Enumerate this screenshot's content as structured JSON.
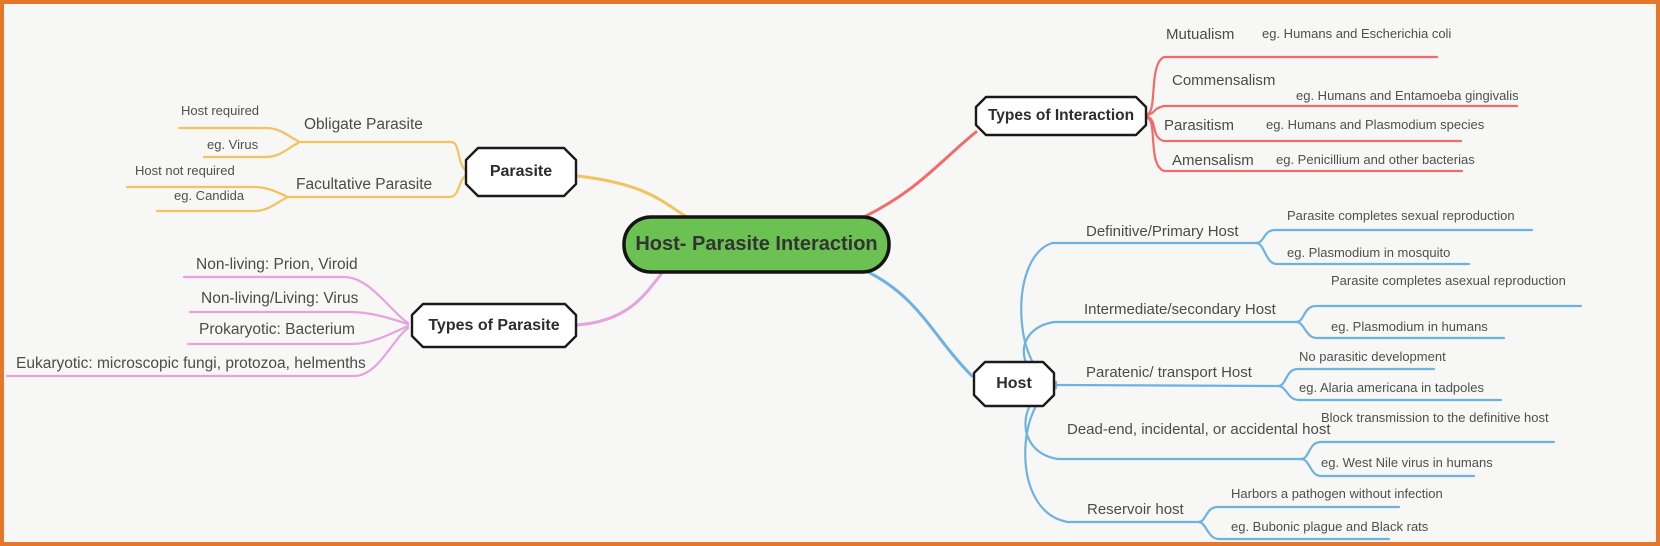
{
  "main_topic": {
    "label": "Host- Parasite Interaction",
    "fill": "#6cc153"
  },
  "canvas": {
    "background": "#f7f7f5",
    "border_color": "#e6762a",
    "node_fill": "#ffffff",
    "node_stroke": "#1a1a1a"
  },
  "branches": {
    "parasite": {
      "label": "Parasite",
      "color": "#f3c361",
      "items": [
        {
          "label": "Obligate Parasite",
          "children": [
            "Host required",
            "eg. Virus"
          ]
        },
        {
          "label": "Facultative Parasite",
          "children": [
            "Host not required",
            "eg. Candida"
          ]
        }
      ]
    },
    "types_of_parasite": {
      "label": "Types of Parasite",
      "color": "#e6a3de",
      "items": [
        "Non-living: Prion, Viroid",
        "Non-living/Living: Virus",
        "Prokaryotic: Bacterium",
        "Eukaryotic: microscopic fungi, protozoa, helmenths"
      ]
    },
    "types_of_interaction": {
      "label": "Types of Interaction",
      "color": "#f26b6b",
      "items": [
        {
          "label": "Mutualism",
          "example": "eg. Humans and Escherichia coli"
        },
        {
          "label": "Commensalism",
          "example": "eg. Humans and Entamoeba gingivalis"
        },
        {
          "label": "Parasitism",
          "example": "eg. Humans and Plasmodium species"
        },
        {
          "label": "Amensalism",
          "example": "eg. Penicillium and other bacterias"
        }
      ]
    },
    "host": {
      "label": "Host",
      "color": "#6eb2e2",
      "items": [
        {
          "label": "Definitive/Primary Host",
          "note": "Parasite completes sexual reproduction",
          "example": "eg. Plasmodium in mosquito"
        },
        {
          "label": "Intermediate/secondary Host",
          "note": "Parasite completes asexual reproduction",
          "example": "eg. Plasmodium in humans"
        },
        {
          "label": "Paratenic/ transport Host",
          "note": "No parasitic development",
          "example": "eg.  Alaria americana in tadpoles"
        },
        {
          "label": "Dead-end, incidental, or accidental host",
          "note": "Block transmission to the definitive host",
          "example": "eg. West Nile virus in humans"
        },
        {
          "label": "Reservoir host",
          "note": "Harbors a pathogen without infection",
          "example": "eg. Bubonic plague and Black rats"
        }
      ]
    }
  }
}
